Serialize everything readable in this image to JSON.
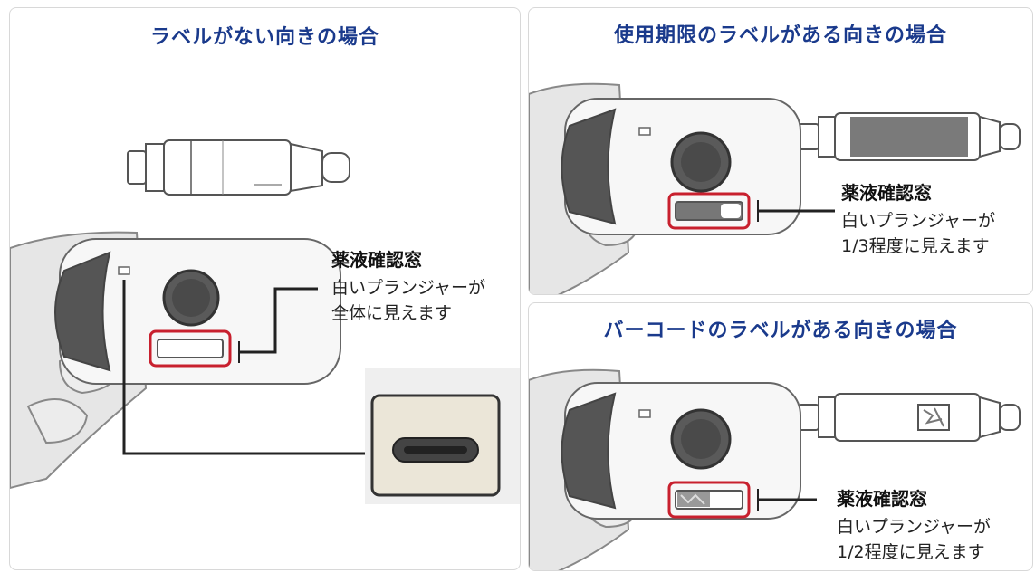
{
  "panels": {
    "no_label": {
      "title": "ラベルがない向きの場合",
      "window_title": "薬液確認窓",
      "window_desc_1": "白いプランジャーが",
      "window_desc_2": "全体に見えます"
    },
    "expiry_label": {
      "title": "使用期限のラベルがある向きの場合",
      "window_title": "薬液確認窓",
      "window_desc_1": "白いプランジャーが",
      "window_desc_2": "1/3程度に見えます"
    },
    "barcode_label": {
      "title": "バーコードのラベルがある向きの場合",
      "window_title": "薬液確認窓",
      "window_desc_1": "白いプランジャーが",
      "window_desc_2": "1/2程度に見えます"
    }
  },
  "colors": {
    "title": "#1a3a8c",
    "highlight": "#c8202e",
    "device_dark": "#555555",
    "skin": "#e6e6e6"
  }
}
